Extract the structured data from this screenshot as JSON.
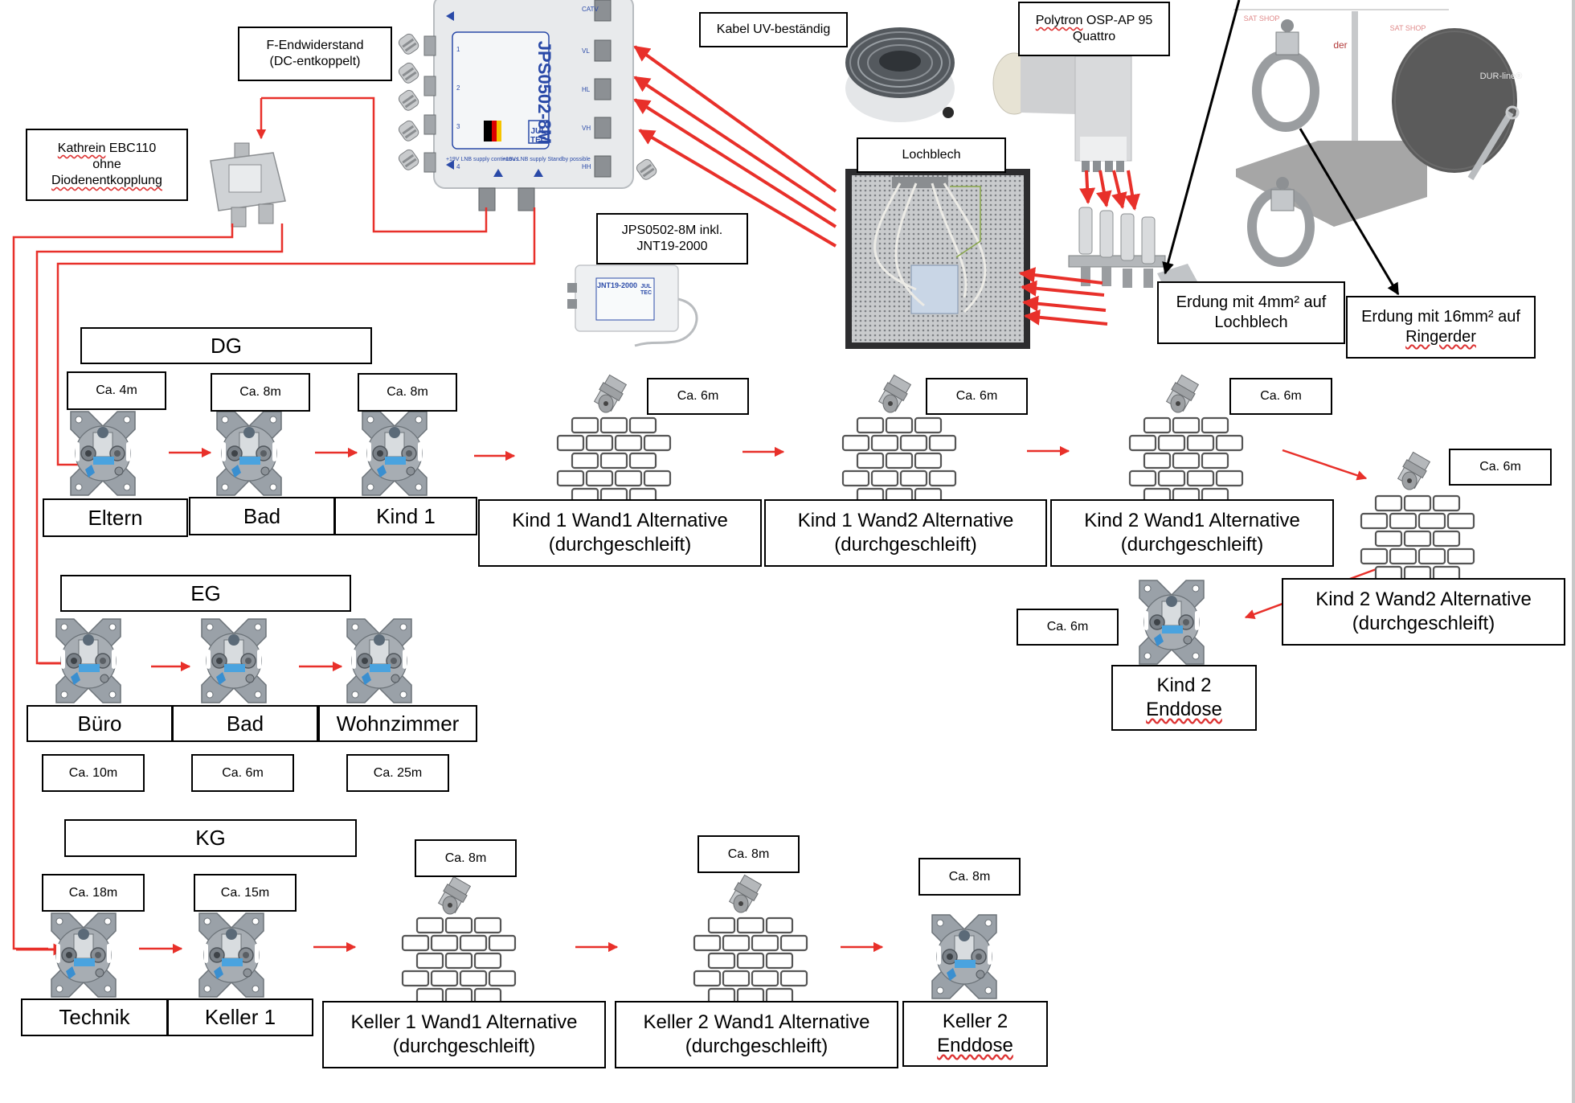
{
  "colors": {
    "wire": "#e8302a",
    "ground": "#000000",
    "box_border": "#000000",
    "device_gray": "#a9aeb3",
    "outlet_blue": "#4aa3df",
    "dish": "#5b5b5b"
  },
  "top": {
    "f_endwiderstand": {
      "line1": "F-Endwiderstand",
      "line2": "(DC-entkoppelt)"
    },
    "kathrein": {
      "line1_a": "Kathrein",
      "line1_b": " EBC110",
      "line2": "ohne",
      "line3": "Diodenentkopplung"
    },
    "multiswitch": {
      "model": "JPS0502-8M",
      "brand_line1": "JUL",
      "brand_line2": "TEC",
      "ports_right": [
        "CATV",
        "VL",
        "HL",
        "VH",
        "HH"
      ],
      "ports_left": [
        "1",
        "2",
        "3",
        "4"
      ],
      "note_left": "+19V LNB supply continuous",
      "note_right": "+19V LNB supply Standby possible"
    },
    "kabel": {
      "label": "Kabel UV-beständig"
    },
    "polytron": {
      "line1_a": "Polytron",
      "line1_b": " OSP-AP 95",
      "line2": "Quattro"
    },
    "lochblech": {
      "label": "Lochblech"
    },
    "jps_psu": {
      "line1": "JPS0502-8M inkl.",
      "line2": "JNT19-2000",
      "psu_model": "JNT19-2000",
      "psu_brand1": "JUL",
      "psu_brand2": "TEC"
    },
    "erdung4": {
      "line1": "Erdung mit 4mm² auf",
      "line2": "Lochblech"
    },
    "erdung16": {
      "line1": "Erdung mit 16mm² auf",
      "line2": "Ringerder"
    },
    "dish_brand": "DUR-line®",
    "watermark1": "SAT SHOP",
    "watermark2": "SAT SHOP",
    "stray_text": "der"
  },
  "floors": {
    "dg": {
      "title": "DG",
      "outlets": [
        {
          "room": "Eltern",
          "length": "Ca. 4m"
        },
        {
          "room": "Bad",
          "length": "Ca. 8m"
        },
        {
          "room": "Kind 1",
          "length": "Ca. 8m"
        }
      ],
      "walls": [
        {
          "line1": "Kind 1 Wand1 Alternative",
          "line2": "(durchgeschleift)",
          "length": "Ca. 6m"
        },
        {
          "line1": "Kind 1 Wand2 Alternative",
          "line2": "(durchgeschleift)",
          "length": "Ca. 6m"
        },
        {
          "line1": "Kind 2 Wand1 Alternative",
          "line2": "(durchgeschleift)",
          "length": "Ca. 6m"
        },
        {
          "line1": "Kind 2 Wand2 Alternative",
          "line2": "(durchgeschleift)",
          "length": "Ca. 6m"
        }
      ],
      "end": {
        "line1": "Kind 2",
        "line2": "Enddose",
        "length": "Ca. 6m"
      }
    },
    "eg": {
      "title": "EG",
      "outlets": [
        {
          "room": "Büro",
          "length": "Ca. 10m"
        },
        {
          "room": "Bad",
          "length": "Ca. 6m"
        },
        {
          "room": "Wohnzimmer",
          "length": "Ca. 25m"
        }
      ]
    },
    "kg": {
      "title": "KG",
      "outlets": [
        {
          "room": "Technik",
          "length": "Ca. 18m"
        },
        {
          "room": "Keller 1",
          "length": "Ca. 15m"
        }
      ],
      "walls": [
        {
          "line1": "Keller 1 Wand1 Alternative",
          "line2": "(durchgeschleift)",
          "length": "Ca. 8m"
        },
        {
          "line1": "Keller 2 Wand1 Alternative",
          "line2": "(durchgeschleift)",
          "length": "Ca. 8m"
        }
      ],
      "end": {
        "line1": "Keller 2",
        "line2": "Enddose",
        "length": "Ca. 8m"
      }
    }
  }
}
